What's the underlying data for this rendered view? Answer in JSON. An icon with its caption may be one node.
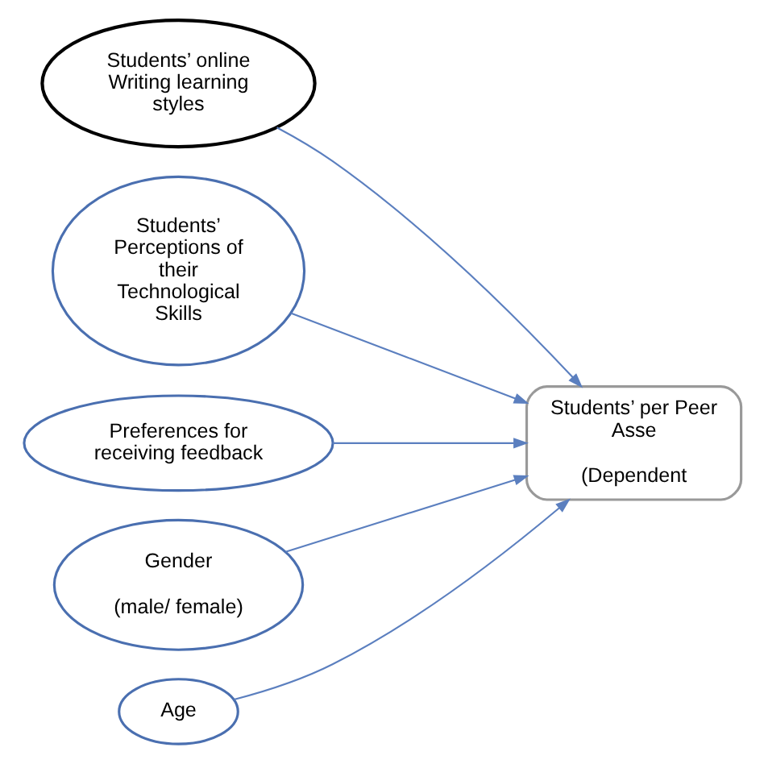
{
  "diagram": {
    "nodes": [
      {
        "text": [
          "Students’ online Writing learning styles"
        ]
      },
      {
        "text": [
          "Students’ Perceptions of their Technological Skills"
        ]
      },
      {
        "text": [
          "Preferences for receiving feedback"
        ]
      },
      {
        "text": [
          "Gender",
          "(male/ female)"
        ]
      },
      {
        "text": [
          "Age"
        ]
      },
      {
        "text": [
          "Students’ per Peer Asse",
          "(Dependent"
        ]
      }
    ],
    "edges": [
      {
        "from": 0,
        "to": 5,
        "arrow": "to"
      },
      {
        "from": 1,
        "to": 5,
        "arrow": "to"
      },
      {
        "from": 2,
        "to": 5,
        "arrow": "to"
      },
      {
        "from": 3,
        "to": 5,
        "arrow": "to"
      },
      {
        "from": 4,
        "to": 5,
        "arrow": "to"
      }
    ]
  }
}
